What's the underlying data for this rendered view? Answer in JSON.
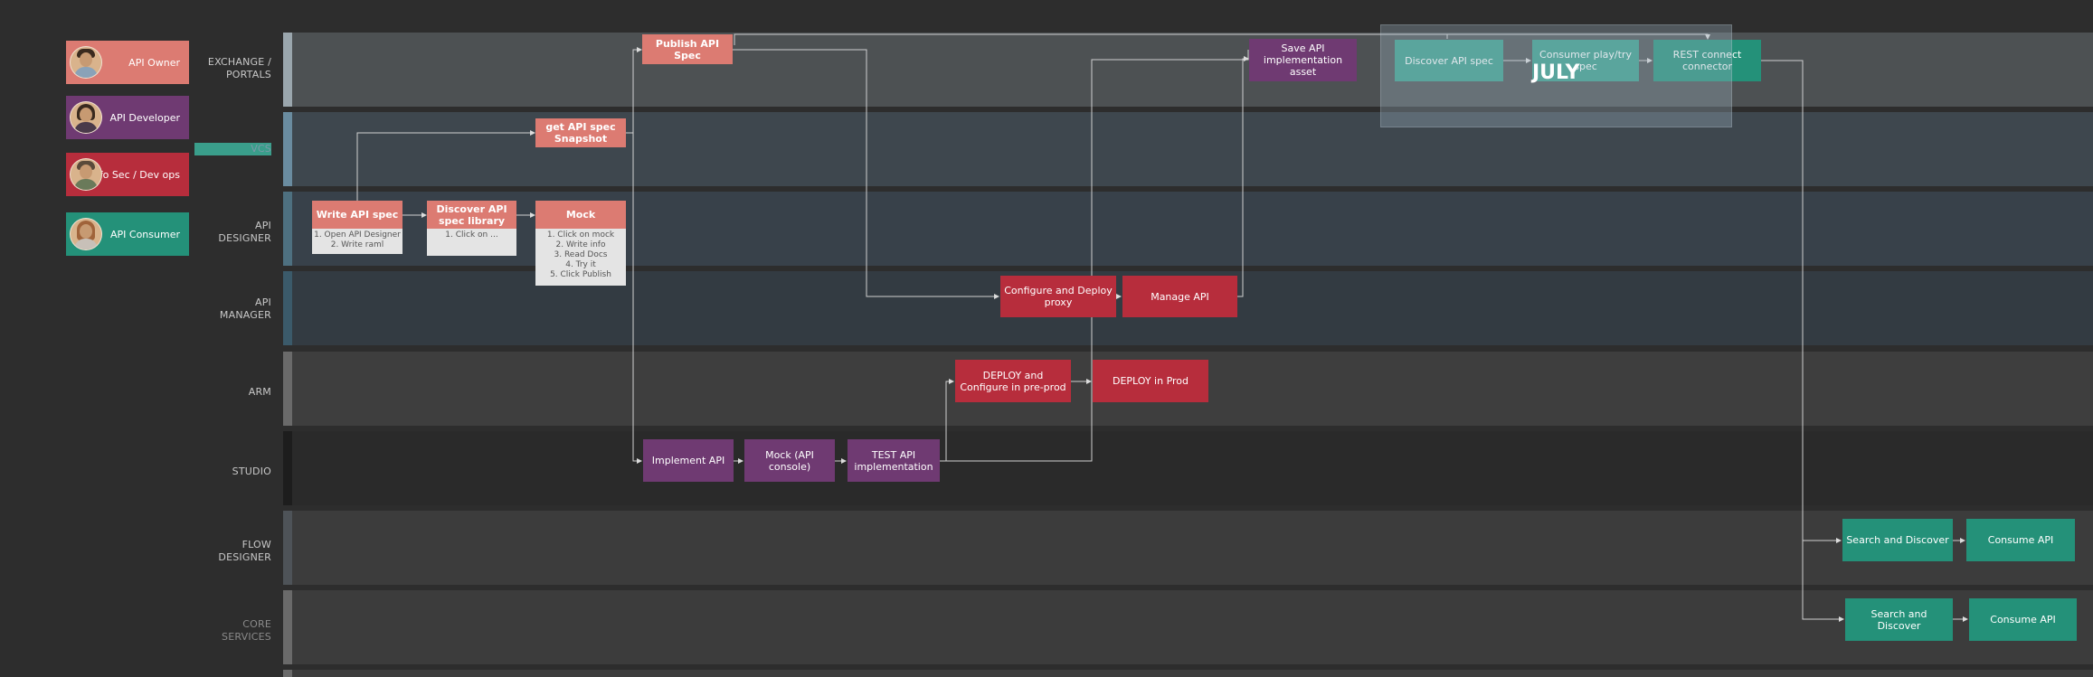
{
  "personas": [
    {
      "label": "API Owner",
      "color": "#dc7b72"
    },
    {
      "label": "API Developer",
      "color": "#6f3a72"
    },
    {
      "label": "Info Sec / Dev ops",
      "color": "#b72d3c"
    },
    {
      "label": "API Consumer",
      "color": "#249179"
    }
  ],
  "lanes": [
    {
      "label_line1": "EXCHANGE /",
      "label_line2": "PORTALS",
      "bg": "#4d5153",
      "strip": "#9aa6ad"
    },
    {
      "label_line1": "VCS",
      "label_line2": "",
      "bg": "#3e474e",
      "strip": "#6a8ca0"
    },
    {
      "label_line1": "API",
      "label_line2": "DESIGNER",
      "bg": "#38414a",
      "strip": "#4e7080"
    },
    {
      "label_line1": "API",
      "label_line2": "MANAGER",
      "bg": "#333b42",
      "strip": "#3b5a6a"
    },
    {
      "label_line1": "ARM",
      "label_line2": "",
      "bg": "#3e3e3e",
      "strip": "#6a6a6a"
    },
    {
      "label_line1": "STUDIO",
      "label_line2": "",
      "bg": "#2a2a2a",
      "strip": "#1d1d1d"
    },
    {
      "label_line1": "FLOW",
      "label_line2": "DESIGNER",
      "bg": "#3c3c3c",
      "strip": "#4e5358"
    },
    {
      "label_line1": "CORE",
      "label_line2": "SERVICES",
      "bg": "#3c3c3c",
      "strip": "#6a6a6a"
    }
  ],
  "steps": {
    "publish_api_spec": "Publish API Spec",
    "get_api_spec_snapshot": "get API spec Snapshot",
    "write_api_spec": "Write API spec",
    "write_api_spec_notes": [
      "1. Open API Designer",
      "2. Write raml"
    ],
    "discover_api_spec_library": "Discover API spec library",
    "discover_notes": [
      "1. Click on ..."
    ],
    "mock": "Mock",
    "mock_notes": [
      "1. Click on mock",
      "2. Write info",
      "3.  Read Docs",
      "4. Try it",
      "5. Click Publish"
    ],
    "save_api_implementation_asset": "Save API implementation asset",
    "discover_api_spec": "Discover API spec",
    "consumer_play_try_spec": "Consumer play/try spec",
    "rest_connect_connector": "REST connect connector",
    "configure_and_deploy_proxy": "Configure and Deploy proxy",
    "manage_api": "Manage API",
    "deploy_configure_preprod": "DEPLOY and Configure in pre-prod",
    "deploy_in_prod": "DEPLOY in Prod",
    "implement_api": "Implement API",
    "mock_api_console": "Mock (API console)",
    "test_api_implementation": "TEST API implementation",
    "search_and_discover_flow": "Search and Discover",
    "consume_api_flow": "Consume API",
    "search_and_discover_core": "Search and Discover",
    "consume_api_core": "Consume API"
  },
  "overlay_label": "JULY"
}
